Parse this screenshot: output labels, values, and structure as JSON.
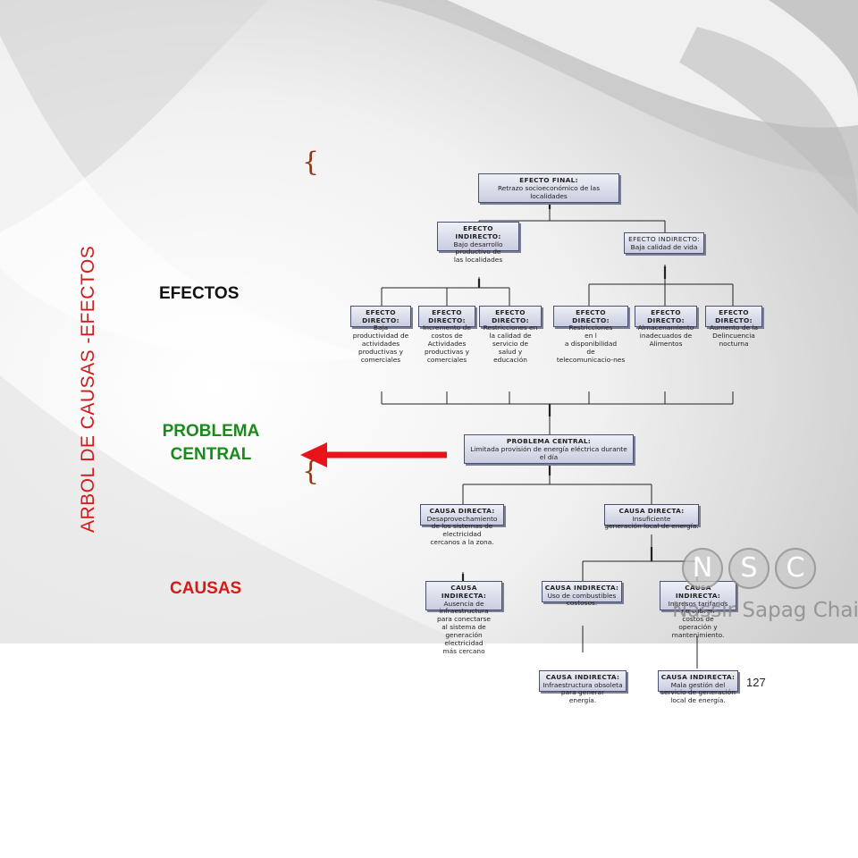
{
  "sidebar_title": "ARBOL DE CAUSAS -EFECTOS",
  "labels": {
    "efectos": "EFECTOS",
    "problema_line1": "PROBLEMA",
    "problema_line2": "CENTRAL",
    "causas": "CAUSAS"
  },
  "efecto_final": {
    "title": "EFECTO FINAL:",
    "text": "Retrazo socioeconómico de las localidades"
  },
  "efectos_indirectos": [
    {
      "title": "EFECTO INDIRECTO:",
      "text": "Bajo desarrollo",
      "ext": [
        "productivo de",
        "las localidades"
      ]
    },
    {
      "title": "EFECTO INDIRECTO:",
      "text": "Baja calidad de vida",
      "ext": []
    }
  ],
  "efectos_directos": [
    {
      "title": "EFECTO DIRECTO:",
      "ext": [
        "Baja",
        "productividad de",
        "actividades",
        "productivas y",
        "comerciales"
      ]
    },
    {
      "title": "EFECTO DIRECTO:",
      "ext": [
        "Incremento de",
        "costos  de",
        "Actividades",
        "productivas  y",
        "comerciales"
      ]
    },
    {
      "title": "EFECTO DIRECTO:",
      "ext": [
        "Restricciones en",
        "la calidad de",
        "servicio de",
        "salud y",
        "educación"
      ]
    },
    {
      "title": "EFECTO DIRECTO:",
      "ext": [
        "Restricciones",
        "en l",
        "a disponibilidad",
        "de",
        "telecomunicacio-nes"
      ]
    },
    {
      "title": "EFECTO DIRECTO:",
      "ext": [
        "Almacenamiento",
        "inadecuados de",
        "Alimentos"
      ]
    },
    {
      "title": "EFECTO DIRECTO:",
      "ext": [
        "Aumento de la",
        "Delincuencia",
        "nocturna"
      ]
    }
  ],
  "problema_central": {
    "title": "PROBLEMA CENTRAL:",
    "text": "Limitada provisión de energía eléctrica durante el día"
  },
  "causas_directas": [
    {
      "title": "CAUSA DIRECTA:",
      "text": "Desaprovechamiento",
      "ext": [
        "de los  sistemas de",
        "electricidad",
        "cercanos a la zona."
      ]
    },
    {
      "title": "CAUSA DIRECTA:",
      "text": "Insuficiente",
      "ext": [
        "generación local de energía."
      ]
    }
  ],
  "causas_indirectas": [
    {
      "title": "CAUSA INDIRECTA:",
      "text": "Ausencia  de",
      "ext": [
        "infraestructura",
        "para conectarse",
        "al sistema de",
        "generación",
        "electricidad",
        "más cercano"
      ]
    },
    {
      "title": "CAUSA INDIRECTA:",
      "text": "Uso de combustibles",
      "ext": [
        "costosos."
      ]
    },
    {
      "title": "CAUSA INDIRECTA:",
      "text": "Ingresos tarifarios",
      "ext": [
        "no cubren",
        "costos de",
        "operación y",
        "mantenimiento."
      ]
    },
    {
      "title": "CAUSA INDIRECTA:",
      "text": "Infraestructura obsoleta",
      "ext": [
        "para generar",
        "energía."
      ]
    },
    {
      "title": "CAUSA INDIRECTA:",
      "text": "Mala gestión del",
      "ext": [
        "servicio de generación",
        "local de energía."
      ]
    }
  ],
  "logo": {
    "letters": [
      "N",
      "S",
      "C"
    ],
    "text": "Nassir Sapag Chain"
  },
  "page_number": "127",
  "colors": {
    "title_red": "#d61a1a",
    "green": "#1a8a1a",
    "arrow_red": "#e8141a",
    "box_border": "#4a5070"
  }
}
